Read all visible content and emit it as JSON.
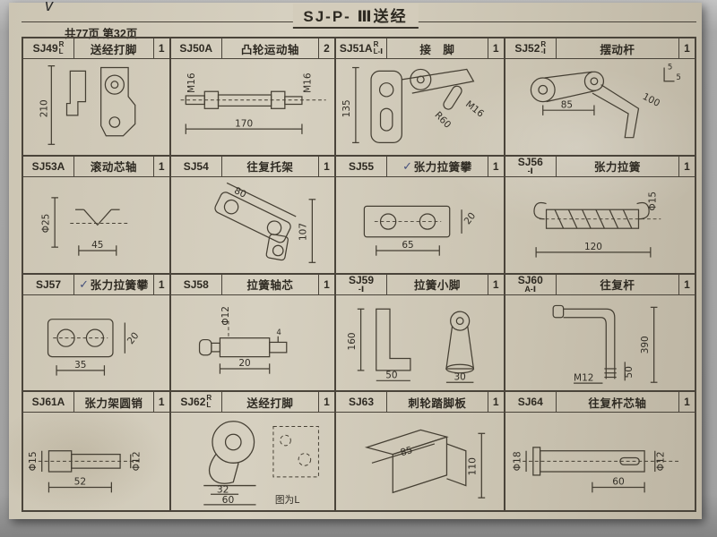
{
  "page": {
    "title": "SJ-P- Ⅲ送经",
    "page_info": "共77页 第32页",
    "corner_mark": "v"
  },
  "colors": {
    "paper": "#d0c9b8",
    "ink": "#453f33",
    "photo_bg": "#a6a6a6"
  },
  "cells": [
    {
      "code": "SJ49",
      "sup": "R",
      "sub": "L",
      "name": "送经打脚",
      "qty": "1",
      "dims": {
        "a": "210"
      }
    },
    {
      "code": "SJ50A",
      "name": "凸轮运动轴",
      "qty": "2",
      "dims": {
        "a": "M16",
        "b": "M16",
        "c": "170"
      }
    },
    {
      "code": "SJ51A",
      "sup": "R",
      "sub": "L-Ⅰ",
      "name": "接　脚",
      "qty": "1",
      "dims": {
        "a": "135",
        "b": "R60",
        "c": "M16"
      }
    },
    {
      "code": "SJ52",
      "sup": "R",
      "sub": "-Ⅰ",
      "name": "摆动杆",
      "qty": "1",
      "dims": {
        "a": "85",
        "b": "100",
        "c": "5",
        "d": "5"
      }
    },
    {
      "code": "SJ53A",
      "name": "滚动芯轴",
      "qty": "1",
      "dims": {
        "a": "Φ25",
        "b": "45"
      }
    },
    {
      "code": "SJ54",
      "name": "往复托架",
      "qty": "1",
      "dims": {
        "a": "80",
        "b": "107"
      }
    },
    {
      "code": "SJ55",
      "check": "✓",
      "name": "张力拉簧攀",
      "qty": "1",
      "dims": {
        "a": "65",
        "b": "20"
      }
    },
    {
      "code": "SJ56",
      "code2": "-Ⅰ",
      "name": "张力拉簧",
      "qty": "1",
      "dims": {
        "a": "Φ15",
        "b": "120"
      }
    },
    {
      "code": "SJ57",
      "check": "✓",
      "name": "张力拉簧攀",
      "qty": "1",
      "dims": {
        "a": "35",
        "b": "20"
      }
    },
    {
      "code": "SJ58",
      "name": "拉簧轴芯",
      "qty": "1",
      "dims": {
        "a": "Φ12",
        "b": "20",
        "c": "4"
      }
    },
    {
      "code": "SJ59",
      "code2": "-Ⅰ",
      "name": "拉簧小脚",
      "qty": "1",
      "dims": {
        "a": "160",
        "b": "50",
        "c": "30"
      }
    },
    {
      "code": "SJ60",
      "code2": "A-Ⅰ",
      "name": "往复杆",
      "qty": "1",
      "dims": {
        "a": "M12",
        "b": "50",
        "c": "390"
      }
    },
    {
      "code": "SJ61A",
      "name": "张力架圆销",
      "qty": "1",
      "dims": {
        "a": "Φ15",
        "b": "Φ12",
        "c": "52"
      }
    },
    {
      "code": "SJ62",
      "sup": "R",
      "sub": "L",
      "name": "送经打脚",
      "qty": "1",
      "dims": {
        "a": "32",
        "b": "60"
      },
      "note": "图为L"
    },
    {
      "code": "SJ63",
      "name": "刺轮踏脚板",
      "qty": "1",
      "dims": {
        "a": "85",
        "b": "110"
      }
    },
    {
      "code": "SJ64",
      "name": "往复杆芯轴",
      "qty": "1",
      "dims": {
        "a": "Φ18",
        "b": "Φ12",
        "c": "60"
      }
    }
  ]
}
